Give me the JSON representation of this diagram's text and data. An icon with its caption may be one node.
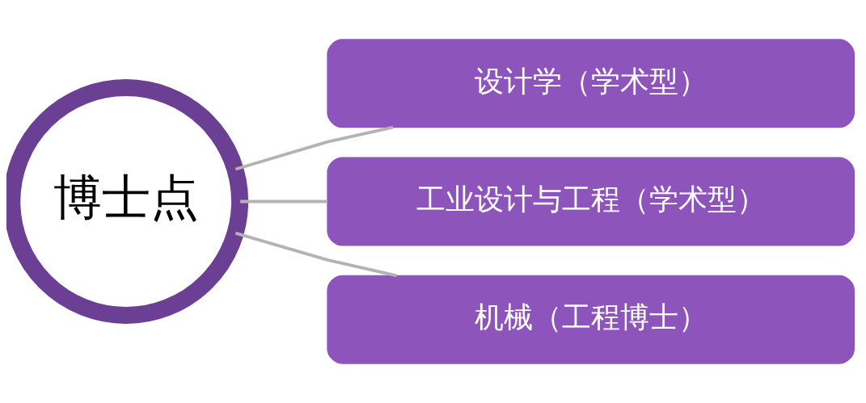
{
  "diagram": {
    "nodes": [
      {
        "text": [
          "博士点"
        ]
      },
      {
        "text": [
          "设计学（学术型）"
        ]
      },
      {
        "text": [
          "工业设计与工程（学术型）"
        ]
      },
      {
        "text": [
          "机械（工程博士）"
        ]
      }
    ],
    "edges": [
      {
        "from": 0,
        "to": 1,
        "arrow": "none"
      },
      {
        "from": 0,
        "to": 2,
        "arrow": "none"
      },
      {
        "from": 0,
        "to": 3,
        "arrow": "none"
      }
    ]
  }
}
